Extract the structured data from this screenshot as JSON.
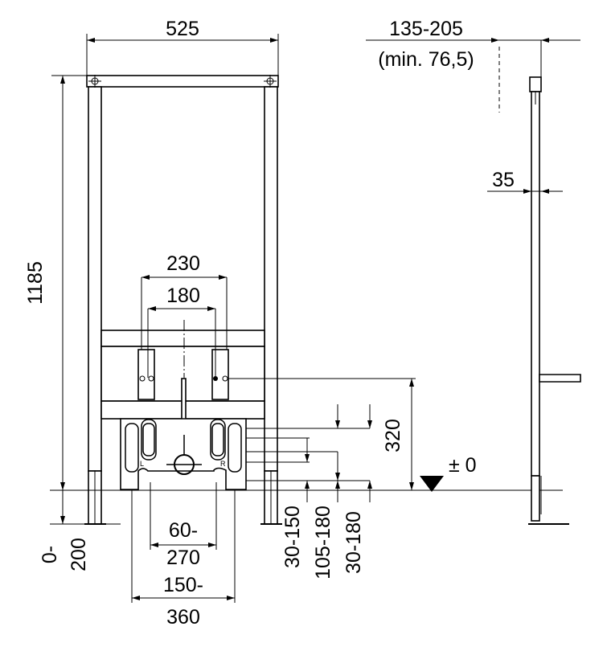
{
  "dimensions": {
    "frame_width": "525",
    "total_height": "1185",
    "depth": "135-205",
    "depth_min": "(min. 76,5)",
    "profile_depth": "35",
    "outer_spacing": "230",
    "inner_spacing": "180",
    "outlet_height": "320",
    "floor_level": "± 0",
    "floor_offset_top": "0-",
    "floor_offset_bottom": "200",
    "outlet_range_top": "60-",
    "outlet_range_bottom": "270",
    "foot_range_top": "150-",
    "foot_range_bottom": "360",
    "offset_1": "30-150",
    "offset_2": "105-180",
    "offset_3": "30-180"
  },
  "drawing_marks": {
    "left_connection": "L",
    "right_connection": "R"
  }
}
